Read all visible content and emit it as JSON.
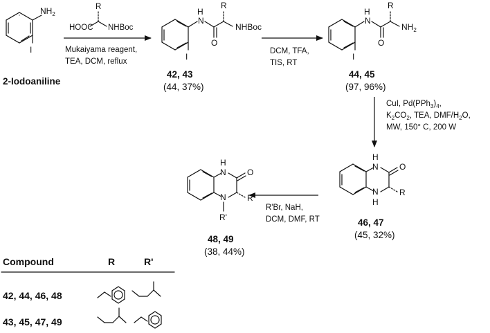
{
  "starting_material": {
    "name": "2-Iodoaniline",
    "atoms": {
      "nh2": "NH",
      "nh2_sub": "2",
      "i": "I"
    }
  },
  "step1": {
    "amino_acid": {
      "acid": "HOOC",
      "r": "R",
      "nhboc": "NHBoc"
    },
    "conditions": [
      "Mukaiyama reagent,",
      "TEA, DCM, reflux"
    ]
  },
  "compound_42_43": {
    "id": "42, 43",
    "yield": "(44, 37%)",
    "atoms": {
      "h": "H",
      "n": "N",
      "r": "R",
      "nhboc": "NHBoc",
      "o": "O",
      "i": "I"
    }
  },
  "step2": {
    "conditions": [
      "DCM, TFA,",
      "TIS, RT"
    ]
  },
  "compound_44_45": {
    "id": "44, 45",
    "yield": "(97, 96%)",
    "atoms": {
      "h": "H",
      "n": "N",
      "r": "R",
      "nh2": "NH",
      "nh2_sub": "2",
      "o": "O",
      "i": "I"
    }
  },
  "step3": {
    "conditions": {
      "line1": "CuI, Pd(PPh",
      "line1_sub": "3",
      "line1_post": ")",
      "line1_sub2": "4",
      "line1_end": ",",
      "line2_pre": "K",
      "line2_sub": "2",
      "line2_mid": "CO",
      "line2_sub2": "2",
      "line2_post": ", TEA, DMF/H",
      "line2_sub3": "2",
      "line2_end": "O,",
      "line3": "MW, 150° C, 200 W"
    }
  },
  "compound_46_47": {
    "id": "46, 47",
    "yield": "(45, 32%)",
    "atoms": {
      "h_top": "H",
      "n_top": "N",
      "o": "O",
      "n_bot": "N",
      "h_bot": "H",
      "r": "R"
    }
  },
  "step4": {
    "conditions": [
      "R'Br, NaH,",
      "DCM, DMF, RT"
    ]
  },
  "compound_48_49": {
    "id": "48, 49",
    "yield": "(38, 44%)",
    "atoms": {
      "h_top": "H",
      "n_top": "N",
      "o": "O",
      "n_bot": "N",
      "r_prime": "R'",
      "r": "R"
    }
  },
  "table": {
    "headers": [
      "Compound",
      "R",
      "R'"
    ],
    "rows": [
      {
        "compound": "42, 44, 46, 48",
        "r": "benzyl",
        "r_prime": "isobutyl"
      },
      {
        "compound": "43, 45, 47, 49",
        "r": "isobutyl",
        "r_prime": "benzyl"
      }
    ]
  }
}
